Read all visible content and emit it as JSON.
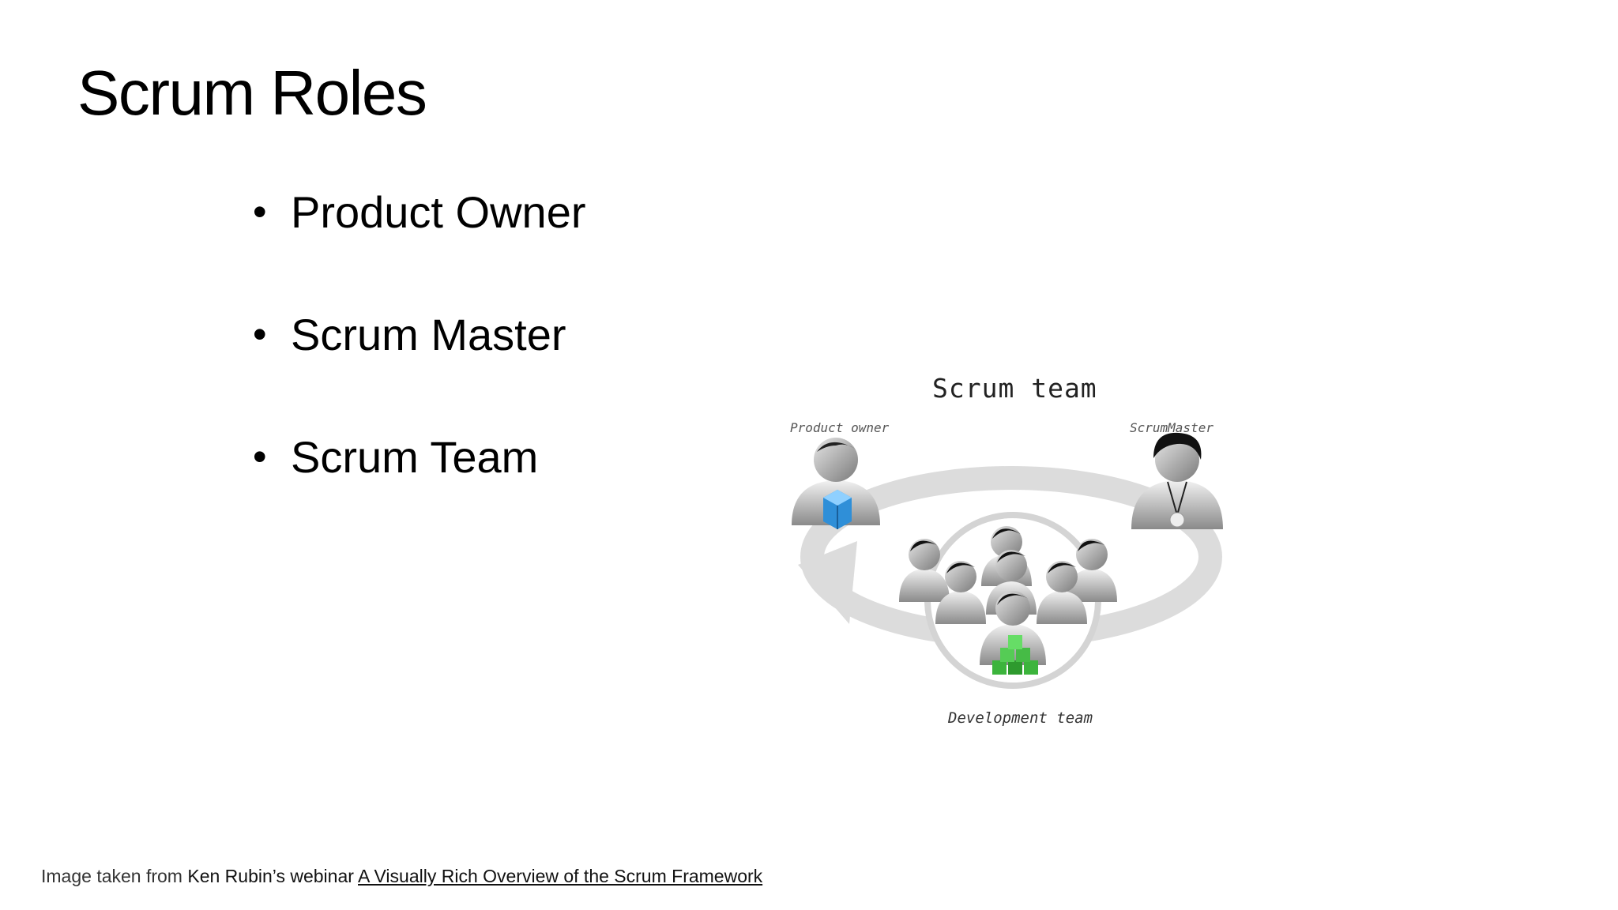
{
  "slide": {
    "title": "Scrum Roles",
    "bullets": [
      {
        "label": "Product Owner"
      },
      {
        "label": "Scrum Master"
      },
      {
        "label": "Scrum Team"
      }
    ]
  },
  "diagram": {
    "title": "Scrum team",
    "product_owner_label": "Product owner",
    "scrum_master_label": "ScrumMaster",
    "development_team_label": "Development team"
  },
  "caption": {
    "prefix": "Image taken from",
    "author": "Ken Rubin’s webinar",
    "link_text": "A Visually Rich Overview of the Scrum Framework"
  },
  "colors": {
    "background": "#ffffff",
    "text": "#000000",
    "product_owner_cube": "#2f8fd8",
    "dev_team_cubes": "#3cb43c",
    "cycle_arrow": "#d8d8d8"
  }
}
